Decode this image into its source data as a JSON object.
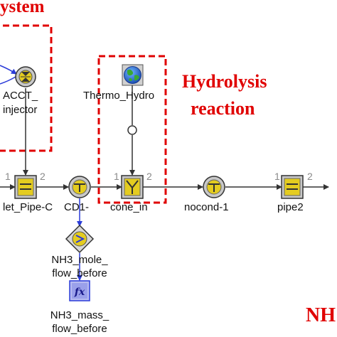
{
  "colors": {
    "annotation": "#e00000",
    "link": "#333333",
    "signal_link": "#2a3bd8",
    "component_yellow": "#e4cc20",
    "component_gray": "#c8c8c8"
  },
  "annotations": {
    "system": "ystem",
    "hydrolysis_line1": "Hydrolysis",
    "hydrolysis_line2": "reaction",
    "corner": "NH"
  },
  "components": {
    "acct": {
      "line1": "ACCT_",
      "line2": "injector",
      "icon": "valve-circle-icon"
    },
    "inlet_pipe": {
      "label": "let_Pipe-C",
      "port_in": "1",
      "port_out": "2",
      "icon": "pipe-box-icon"
    },
    "cd1": {
      "label": "CD1-",
      "icon": "node-circle-icon"
    },
    "thermo": {
      "label": "Thermo_Hydro",
      "icon": "globe-icon"
    },
    "cone_in": {
      "label": "cone_in",
      "port_in": "1",
      "port_out": "2",
      "icon": "cone-junction-icon"
    },
    "nocond": {
      "label": "nocond-1",
      "icon": "node-circle-icon"
    },
    "pipe2": {
      "label": "pipe2",
      "port_in": "1",
      "port_out": "2",
      "icon": "pipe-box-icon"
    },
    "nh3_mole": {
      "line1": "NH3_mole_",
      "line2": "flow_before",
      "icon": "sensor-diamond-icon"
    },
    "nh3_mass": {
      "line1": "NH3_mass_",
      "line2": "flow_before",
      "icon": "function-fx-icon"
    },
    "left_port": {
      "label": "1"
    }
  }
}
